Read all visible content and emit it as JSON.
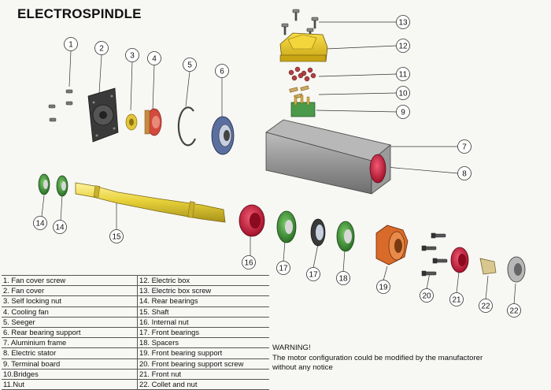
{
  "title": "ELECTROSPINDLE",
  "callouts": [
    "1",
    "2",
    "3",
    "4",
    "5",
    "6",
    "7",
    "8",
    "9",
    "10",
    "11",
    "12",
    "13",
    "14",
    "14",
    "15",
    "16",
    "17",
    "17",
    "18",
    "19",
    "20",
    "21",
    "22",
    "22"
  ],
  "legend": {
    "left": [
      "1. Fan cover screw",
      "2. Fan cover",
      "3. Self locking nut",
      "4. Cooling fan",
      "5. Seeger",
      "6. Rear bearing support",
      "7. Aluminium frame",
      "8. Electric stator",
      "9. Terminal board",
      "10.Bridges",
      "11.Nut"
    ],
    "right": [
      "12. Electric box",
      "13. Electric box screw",
      "14. Rear bearings",
      "15. Shaft",
      "16. Internal nut",
      "17. Front bearings",
      "18. Spacers",
      "19. Front bearing support",
      "20. Front bearing support screw",
      "21. Front nut",
      "22. Collet and nut"
    ]
  },
  "warning": {
    "heading": "WARNING!",
    "text": "The motor configuration could be modified by the manufactorer without any notice"
  },
  "colors": {
    "shaft": "#e8d23a",
    "red_part": "#c8243c",
    "green_part": "#3e9a3a",
    "orange_part": "#d86a2a",
    "frame": "#8a8a8a",
    "box": "#e8c81e"
  }
}
